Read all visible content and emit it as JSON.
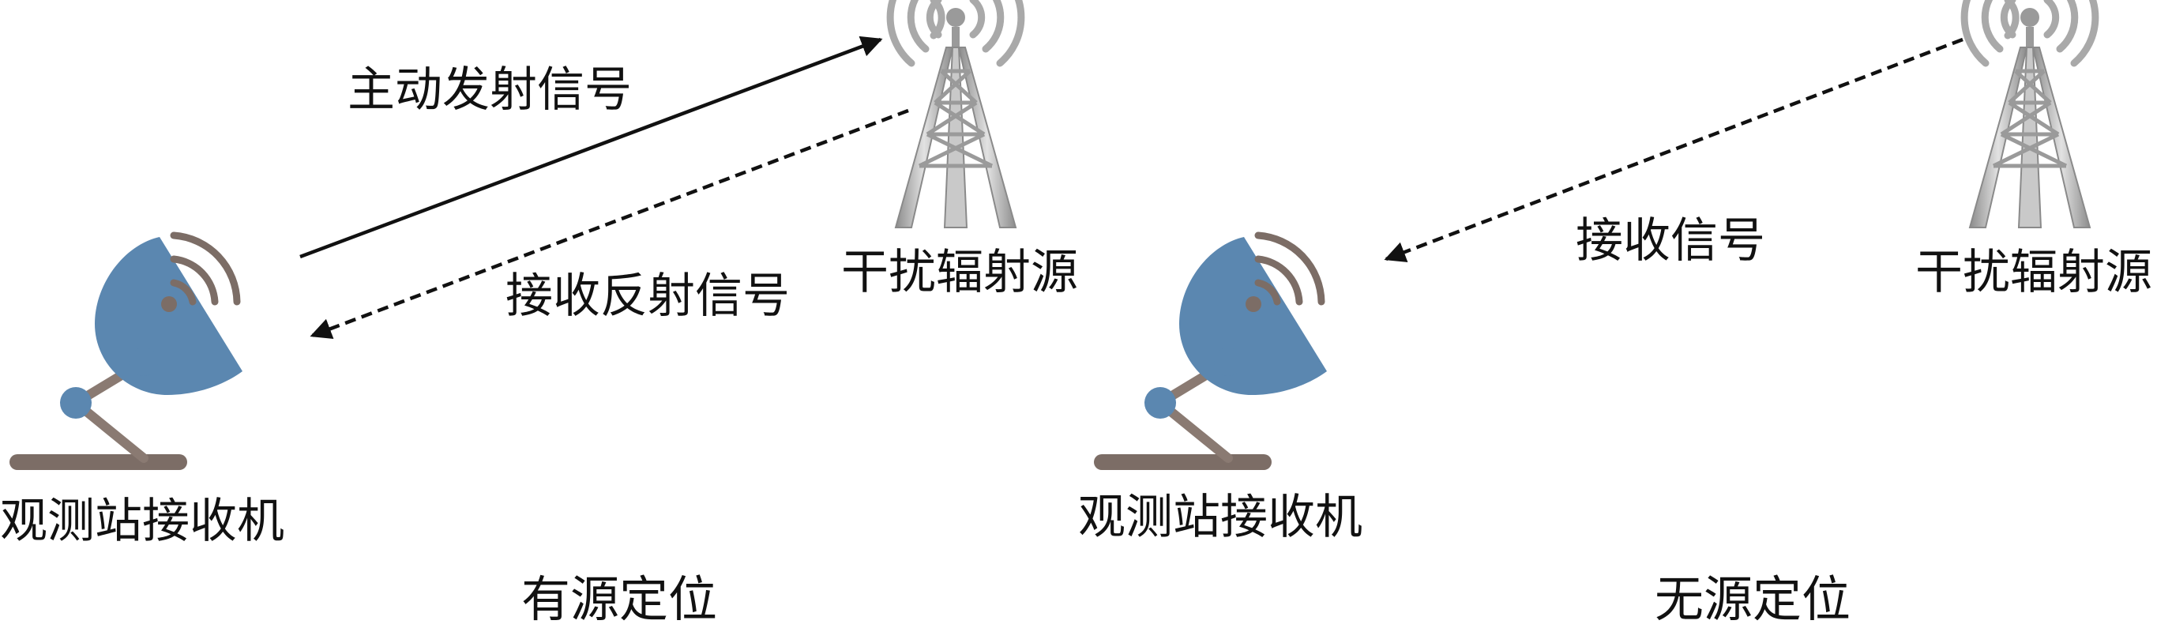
{
  "active": {
    "caption": "有源定位",
    "transmit_label": "主动发射信号",
    "reflect_label": "接收反射信号",
    "tower_label": "干扰辐射源",
    "receiver_label": "观测站接收机"
  },
  "passive": {
    "caption": "无源定位",
    "receive_label": "接收信号",
    "tower_label": "干扰辐射源",
    "receiver_label": "观测站接收机"
  },
  "colors": {
    "dish": "#5b87b0",
    "joint": "#5b87b0",
    "arm": "#8a7a72",
    "base": "#7c6d66",
    "waves": "#7c6d66",
    "tower_light": "#d6d6d6",
    "tower_mid": "#a9a9a9",
    "tower_dark": "#7d7d7d",
    "arrow": "#111111"
  },
  "icons": {
    "receiver": "satellite-dish-icon",
    "tower": "radio-tower-icon"
  }
}
